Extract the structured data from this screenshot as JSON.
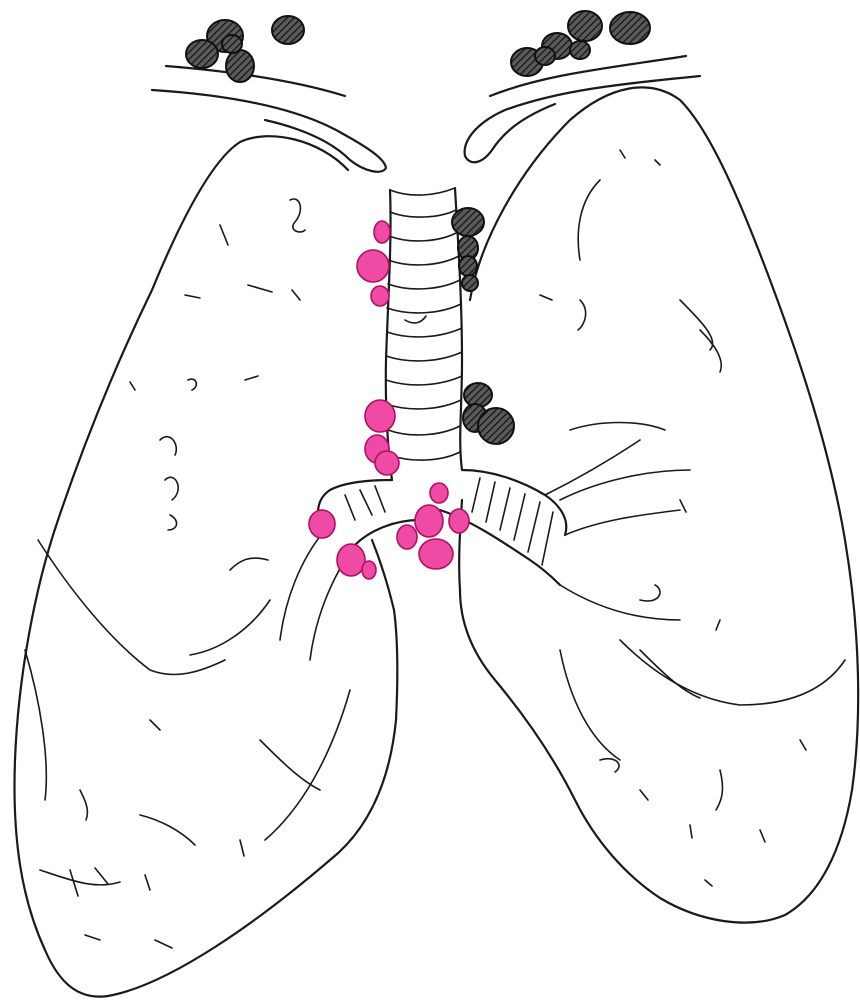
{
  "drawing": {
    "subject": "lungs-with-lymph-nodes",
    "style": "hand-drawn ink sketch",
    "colors": {
      "background": "#ffffff",
      "ink": "#1a1a1a",
      "node_dark_fill": "#3a3a3a",
      "node_highlight_fill": "#ee4aa6"
    },
    "node_groups": {
      "left_supraclavicular_count": 5,
      "right_supraclavicular_count": 6,
      "right_paratracheal_dark_count": 4,
      "tracheobronchial_dark_count": 3,
      "right_paratracheal_highlight_count": 3,
      "left_tracheobronchial_highlight_count": 3,
      "hilar_highlight_left_count": 3,
      "subcarinal_highlight_count": 5
    }
  }
}
